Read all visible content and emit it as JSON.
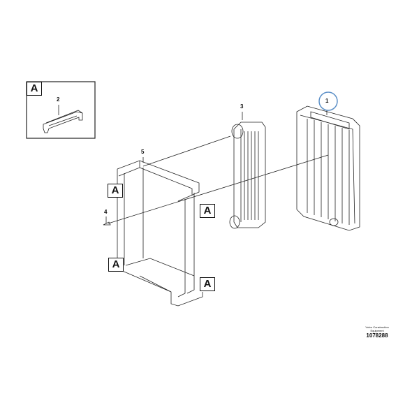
{
  "inset": {
    "label": "A",
    "part": "2"
  },
  "parts": {
    "p1": "1",
    "p3": "3",
    "p4": "4",
    "p5": "5"
  },
  "callouts": [
    "A",
    "A",
    "A",
    "A"
  ],
  "highlight_color": "#5b8fc7",
  "footer": {
    "line1": "Volvo Construction",
    "line2": "Equipment",
    "number": "1078288"
  }
}
